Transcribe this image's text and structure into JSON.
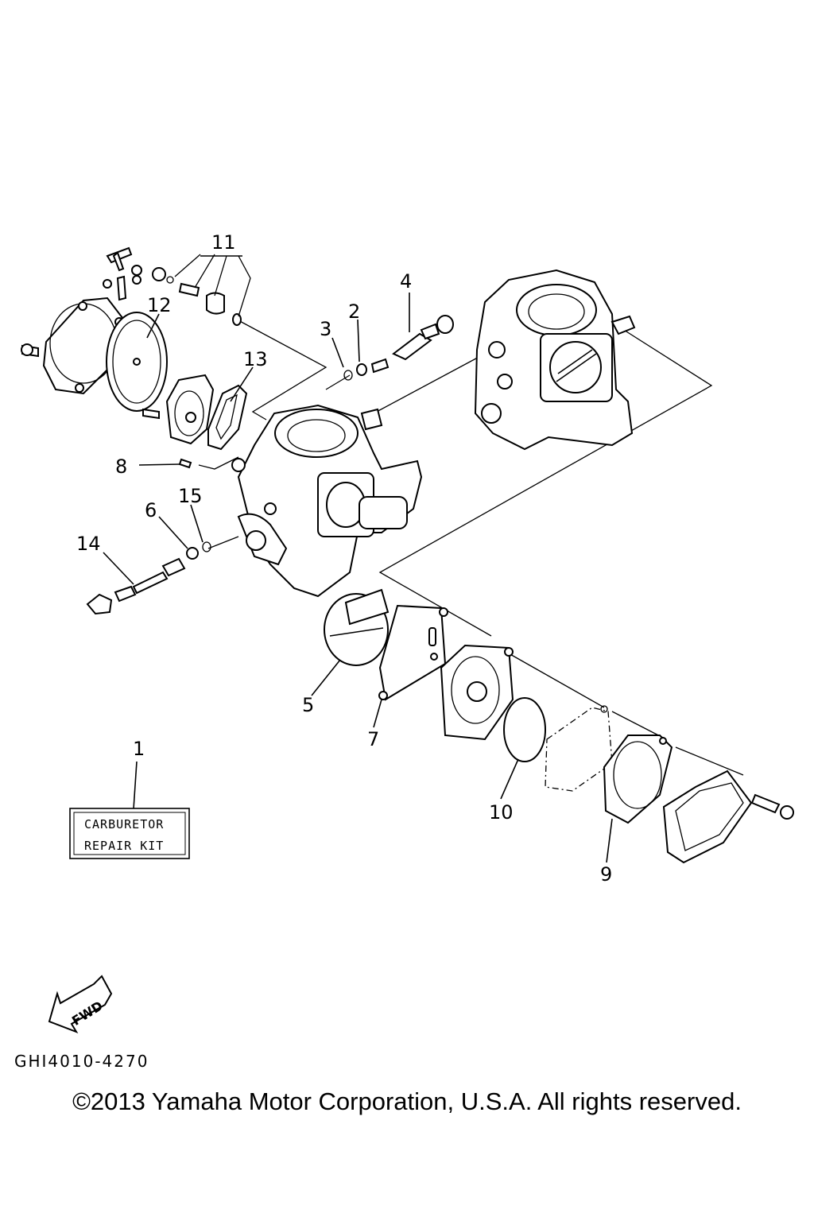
{
  "diagram": {
    "part_labels": [
      "1",
      "2",
      "3",
      "4",
      "5",
      "6",
      "7",
      "8",
      "9",
      "10",
      "11",
      "12",
      "13",
      "14",
      "15"
    ],
    "kit_box": {
      "line1": "CARBURETOR",
      "line2": "REPAIR KIT"
    },
    "fwd_badge": "FWD",
    "drawing_code": "GHI4010-4270"
  },
  "footer": {
    "copyright": "©2013 Yamaha Motor Corporation, U.S.A. All rights reserved."
  }
}
